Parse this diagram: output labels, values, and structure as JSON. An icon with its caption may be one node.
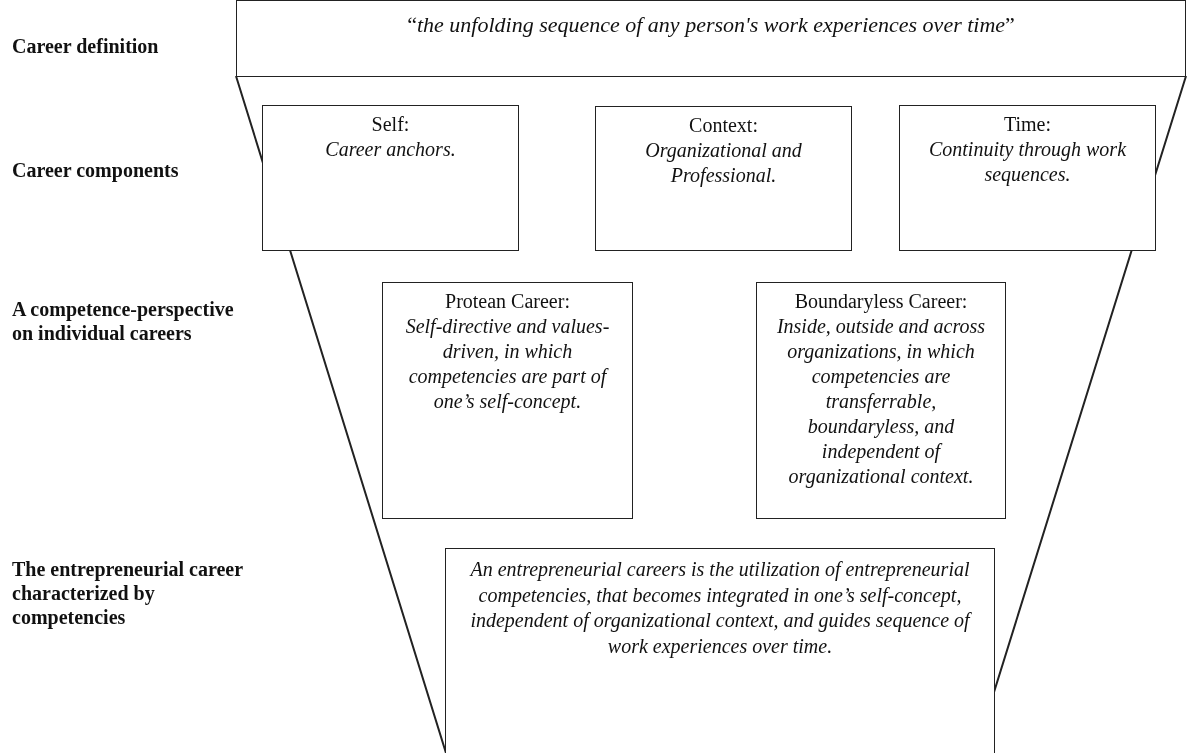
{
  "diagram": {
    "nodes": [
      {
        "text": [
          "“*the unfolding sequence of any person's work experiences over time*”"
        ]
      },
      {
        "text": [
          "Self:",
          "Career anchors."
        ]
      },
      {
        "text": [
          "Context:",
          "Organizational and Professional."
        ]
      },
      {
        "text": [
          "Time:",
          "Continuity through work sequences."
        ]
      },
      {
        "text": [
          "Protean Career:",
          "Self-directive and values-driven, in which competencies are part of one’s self-concept."
        ]
      },
      {
        "text": [
          "Boundaryless Career:",
          "Inside, outside and across organizations, in which competencies are transferrable, boundaryless, and independent of organizational context."
        ]
      },
      {
        "text": [
          "An entrepreneurial careers is the utilization of entrepreneurial competencies, that becomes integrated in one’s self-concept, independent of organizational context, and guides sequence of work experiences over time."
        ]
      }
    ],
    "labels": [
      "Career definition",
      "Career components",
      "A competence-perspective on individual careers",
      "The entrepreneurial career characterized by competencies"
    ]
  }
}
